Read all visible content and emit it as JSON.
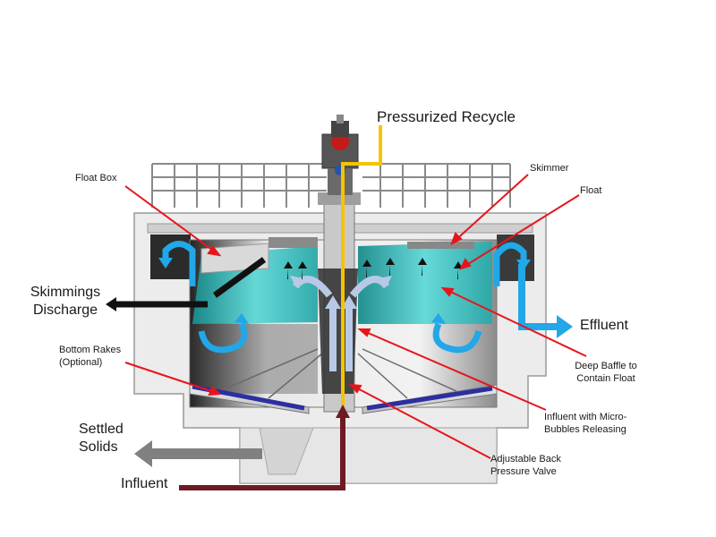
{
  "colors": {
    "callout_arrow": "#e8141c",
    "flow_arrow_blue": "#22a7e8",
    "recycle_line": "#f5c400",
    "influent_line": "#6e1a24",
    "settled_arrow": "#808080",
    "skimmings_arrow": "#111111",
    "water_teal": "#3ec6c6",
    "steel_light": "#d9d9d9",
    "bubble_arrow": "#b7c9e6"
  },
  "labels": {
    "pressurized_recycle": "Pressurized Recycle",
    "float_box": "Float Box",
    "skimmer": "Skimmer",
    "float": "Float",
    "skimmings_discharge": "Skimmings\nDischarge",
    "effluent": "Effluent",
    "bottom_rakes": "Bottom Rakes\n(Optional)",
    "deep_baffle": "Deep Baffle to\nContain Float",
    "settled_solids": "Settled\nSolids",
    "influent_micro": "Influent with Micro-\nBubbles Releasing",
    "adjustable_valve": "Adjustable Back\nPressure Valve",
    "influent": "Influent"
  },
  "icons": {
    "callout": "callout-arrow-icon",
    "flow": "flow-arrow-icon",
    "up": "up-arrow-icon"
  }
}
